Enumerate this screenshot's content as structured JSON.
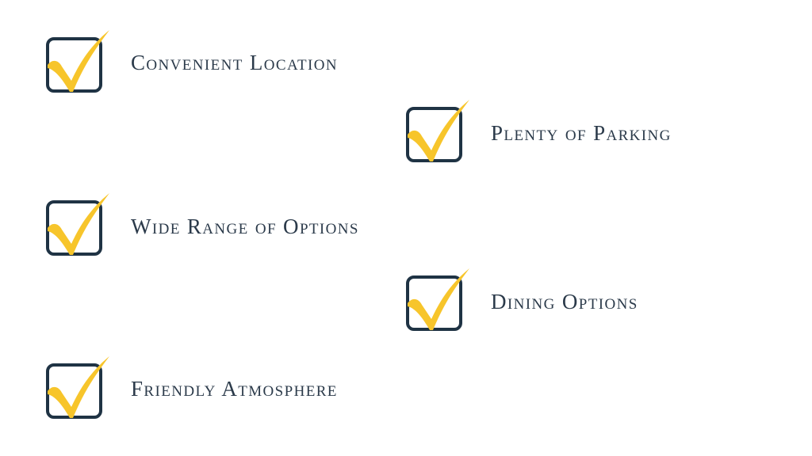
{
  "checklist": {
    "items": [
      {
        "label": "Convenient Location",
        "checked": true
      },
      {
        "label": "Plenty of Parking",
        "checked": true
      },
      {
        "label": "Wide Range of Options",
        "checked": true
      },
      {
        "label": "Dining Options",
        "checked": true
      },
      {
        "label": "Friendly Atmosphere",
        "checked": true
      }
    ],
    "colors": {
      "box": "#1f3344",
      "check": "#f7c52b",
      "text": "#2b3a4a"
    }
  }
}
